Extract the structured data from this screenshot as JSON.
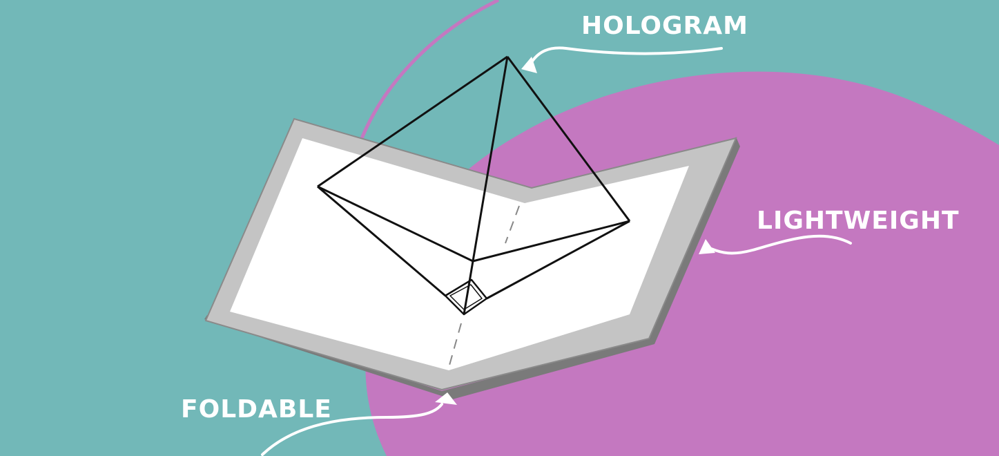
{
  "labels": {
    "hologram": "HOLOGRAM",
    "lightweight": "LIGHTWEIGHT",
    "foldable": "FOLDABLE"
  },
  "colors": {
    "background": "#72b8b8",
    "blob": "#c478c0",
    "bezel": "#c4c4c4",
    "bezel_shadow": "#7a7a7a",
    "screen": "#ffffff",
    "line": "#111111",
    "annotation": "#ffffff"
  }
}
